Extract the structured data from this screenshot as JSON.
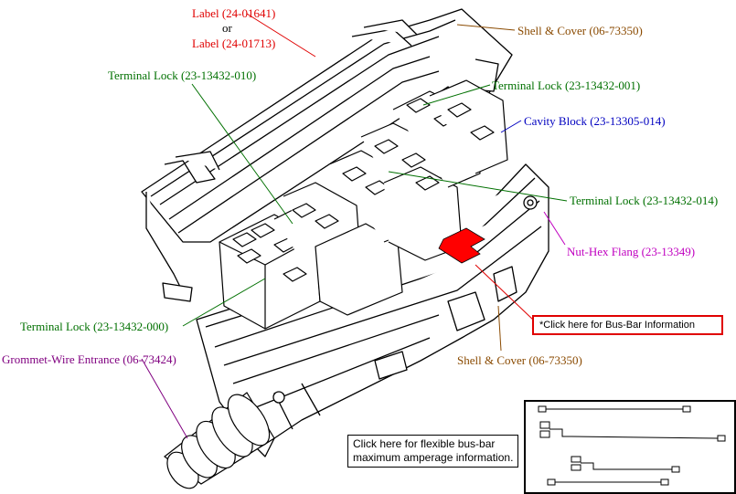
{
  "colors": {
    "red": "#e00000",
    "green": "#007000",
    "brown": "#8a4a00",
    "blue": "#0000c0",
    "magenta": "#c000c0",
    "purple": "#800080",
    "outline": "#000000",
    "busbar": "#ff0000"
  },
  "labels": {
    "label_a": "Label (24-01641)",
    "label_or": "or",
    "label_b": "Label (24-01713)",
    "shell_cover_top": "Shell & Cover (06-73350)",
    "terminal_lock_010": "Terminal Lock (23-13432-010)",
    "terminal_lock_001": "Terminal Lock (23-13432-001)",
    "cavity_block": "Cavity Block (23-13305-014)",
    "terminal_lock_014": "Terminal Lock (23-13432-014)",
    "nut_hex": "Nut-Hex Flang (23-13349)",
    "terminal_lock_000": "Terminal Lock (23-13432-000)",
    "shell_cover_bottom": "Shell & Cover (06-73350)",
    "grommet": "Grommet-Wire Entrance (06-73424)"
  },
  "links": {
    "busbar_info": "*Click here for Bus-Bar Information",
    "flex_line1": "Click here for flexible bus-bar",
    "flex_line2": "maximum amperage information."
  }
}
